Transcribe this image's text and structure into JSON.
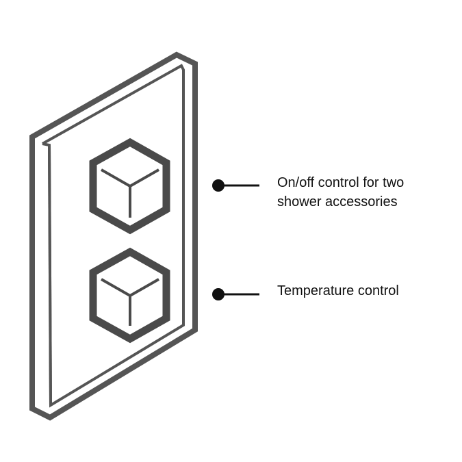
{
  "colors": {
    "background": "#ffffff",
    "plate_stroke": "#555555",
    "knob_stroke": "#4a4a4a",
    "callout": "#111111",
    "text": "#111111"
  },
  "callouts": [
    {
      "id": "on-off",
      "lines": [
        "On/off control for two",
        "shower accessories"
      ]
    },
    {
      "id": "temperature",
      "lines": [
        "Temperature control"
      ]
    }
  ]
}
